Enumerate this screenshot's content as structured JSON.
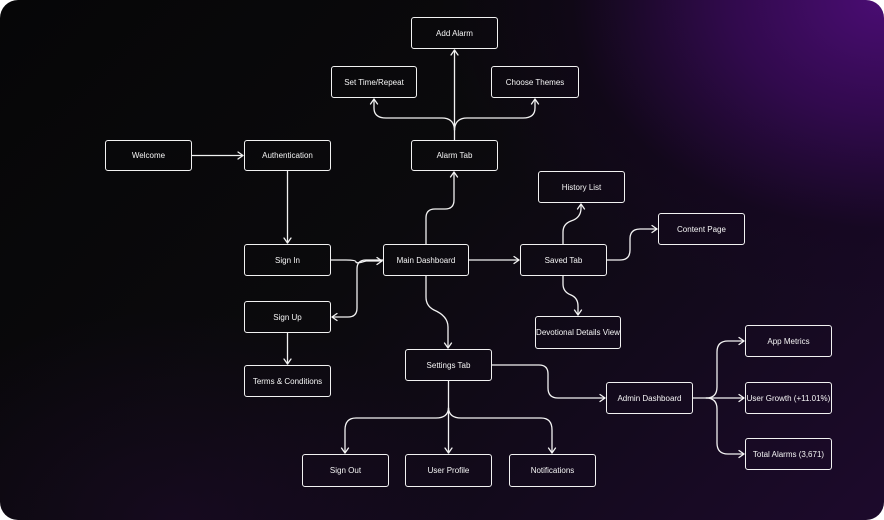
{
  "diagram": {
    "nodes": {
      "add_alarm": "Add Alarm",
      "set_time_repeat": "Set Time/Repeat",
      "choose_themes": "Choose Themes",
      "welcome": "Welcome",
      "authentication": "Authentication",
      "alarm_tab": "Alarm Tab",
      "history_list": "History List",
      "content_page": "Content Page",
      "sign_in": "Sign In",
      "main_dashboard": "Main Dashboard",
      "saved_tab": "Saved Tab",
      "sign_up": "Sign Up",
      "devotional_details_view": "Devotional Details View",
      "app_metrics": "App Metrics",
      "settings_tab": "Settings Tab",
      "terms_conditions": "Terms & Conditions",
      "admin_dashboard": "Admin Dashboard",
      "user_growth": "User Growth (+11.01%)",
      "total_alarms": "Total Alarms (3,671)",
      "sign_out": "Sign Out",
      "user_profile": "User Profile",
      "notifications": "Notifications"
    },
    "edges": [
      {
        "from": "welcome",
        "to": "authentication"
      },
      {
        "from": "authentication",
        "to": "sign_in"
      },
      {
        "from": "sign_in",
        "to": "main_dashboard"
      },
      {
        "from": "sign_in",
        "to": "sign_up"
      },
      {
        "from": "sign_up",
        "to": "terms_conditions"
      },
      {
        "from": "main_dashboard",
        "to": "alarm_tab"
      },
      {
        "from": "alarm_tab",
        "to": "add_alarm"
      },
      {
        "from": "alarm_tab",
        "to": "set_time_repeat"
      },
      {
        "from": "alarm_tab",
        "to": "choose_themes"
      },
      {
        "from": "main_dashboard",
        "to": "saved_tab"
      },
      {
        "from": "saved_tab",
        "to": "history_list"
      },
      {
        "from": "saved_tab",
        "to": "content_page"
      },
      {
        "from": "saved_tab",
        "to": "devotional_details_view"
      },
      {
        "from": "main_dashboard",
        "to": "settings_tab"
      },
      {
        "from": "settings_tab",
        "to": "sign_out"
      },
      {
        "from": "settings_tab",
        "to": "user_profile"
      },
      {
        "from": "settings_tab",
        "to": "notifications"
      },
      {
        "from": "settings_tab",
        "to": "admin_dashboard"
      },
      {
        "from": "admin_dashboard",
        "to": "app_metrics"
      },
      {
        "from": "admin_dashboard",
        "to": "user_growth"
      },
      {
        "from": "admin_dashboard",
        "to": "total_alarms"
      }
    ]
  },
  "colors": {
    "line": "#f2f2f2",
    "text": "#f5f5f5",
    "background_dark": "#0b0a0d",
    "accent_purple": "#4a0d73"
  }
}
